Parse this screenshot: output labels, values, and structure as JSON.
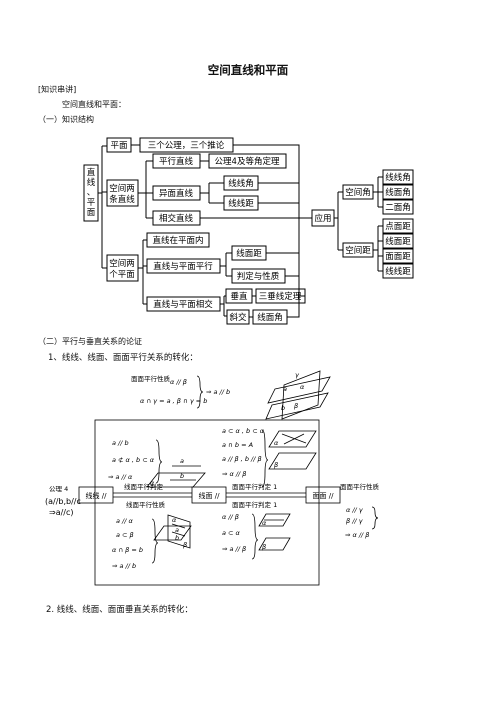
{
  "title": "空间直线和平面",
  "intro": {
    "bracket": "[知识串讲]",
    "subject": "空间直线和平面：",
    "section1": "（一）知识结构",
    "section2": "（二）平行与垂直关系的论证",
    "item1": "1、线线、线面、面面平行关系的转化：",
    "item2": "2. 线线、线面、面面垂直关系的转化："
  },
  "structure": {
    "root": [
      "直",
      "线",
      "、",
      "平",
      "面"
    ],
    "plane": "平面",
    "axioms": "三个公理，三个推论",
    "two_lines": [
      "空间两",
      "条直线"
    ],
    "parallel_lines": "平行直线",
    "axiom4": "公理4及等角定理",
    "skew_lines": "异面直线",
    "angle_ll": "线线角",
    "dist_ll": "线线距",
    "intersect_lines": "相交直线",
    "two_planes": [
      "空间两",
      "个平面"
    ],
    "line_in_plane": "直线在平面内",
    "line_par_plane": "直线与平面平行",
    "dist_lp": "线面距",
    "criteria": "判定与性质",
    "line_int_plane": "直线与平面相交",
    "perp": "垂直",
    "three_perp": "三垂线定理",
    "oblique": "斜交",
    "angle_lp": "线面角",
    "application": "应用",
    "space_angle": "空间角",
    "space_dist": "空间距",
    "angles": [
      "线线角",
      "线面角",
      "二面角"
    ],
    "dists": [
      "点面距",
      "线面距",
      "面面距",
      "线线距"
    ]
  },
  "parallel": {
    "ff_property": "面面平行性质",
    "ff_l1": "α // β",
    "ff_l2": "α ∩ γ = a , β ∩ γ = b",
    "ff_concl": "⇒ a // b",
    "lf_judge": "线面平行判定",
    "lf_l1": "a // b",
    "lf_l2": "a ⊄ α , b ⊂ α",
    "lf_concl": "⇒ a // α",
    "ffj1_l1": "a ⊂ α , b ⊂ α",
    "ffj1_l2": "a ∩ b = A",
    "ffj1_l3": "a // β , b // β",
    "ffj1_concl": "⇒ α // β",
    "axiom4": "公理 4",
    "axiom4_cond": "(a//b,b//c",
    "axiom4_concl": "⇒a//c)",
    "box_ll": "线线 //",
    "box_lf": "线面 //",
    "box_ff": "面面 //",
    "lf_judge2": "线面平行判定",
    "ff_judge1": "面面平行判定 1",
    "ff_property2": "面面平行性质",
    "lf_property": "线面平行性质",
    "ff_judge1b": "面面平行判定 1",
    "lfp_l1": "a // α",
    "lfp_l2": "a ⊂ β",
    "lfp_l3": "α ∩ β = b",
    "lfp_concl": "⇒ a // b",
    "ffj2_l1": "α // β",
    "ffj2_l2": "a ⊂ α",
    "ffj2_concl": "⇒ a // β",
    "ffp_l1": "α // γ",
    "ffp_l2": "β // γ",
    "ffp_concl": "⇒ α // β",
    "fig_labels": {
      "alpha": "α",
      "beta": "β",
      "gamma": "γ",
      "a": "a",
      "b": "b",
      "A": "A"
    }
  }
}
